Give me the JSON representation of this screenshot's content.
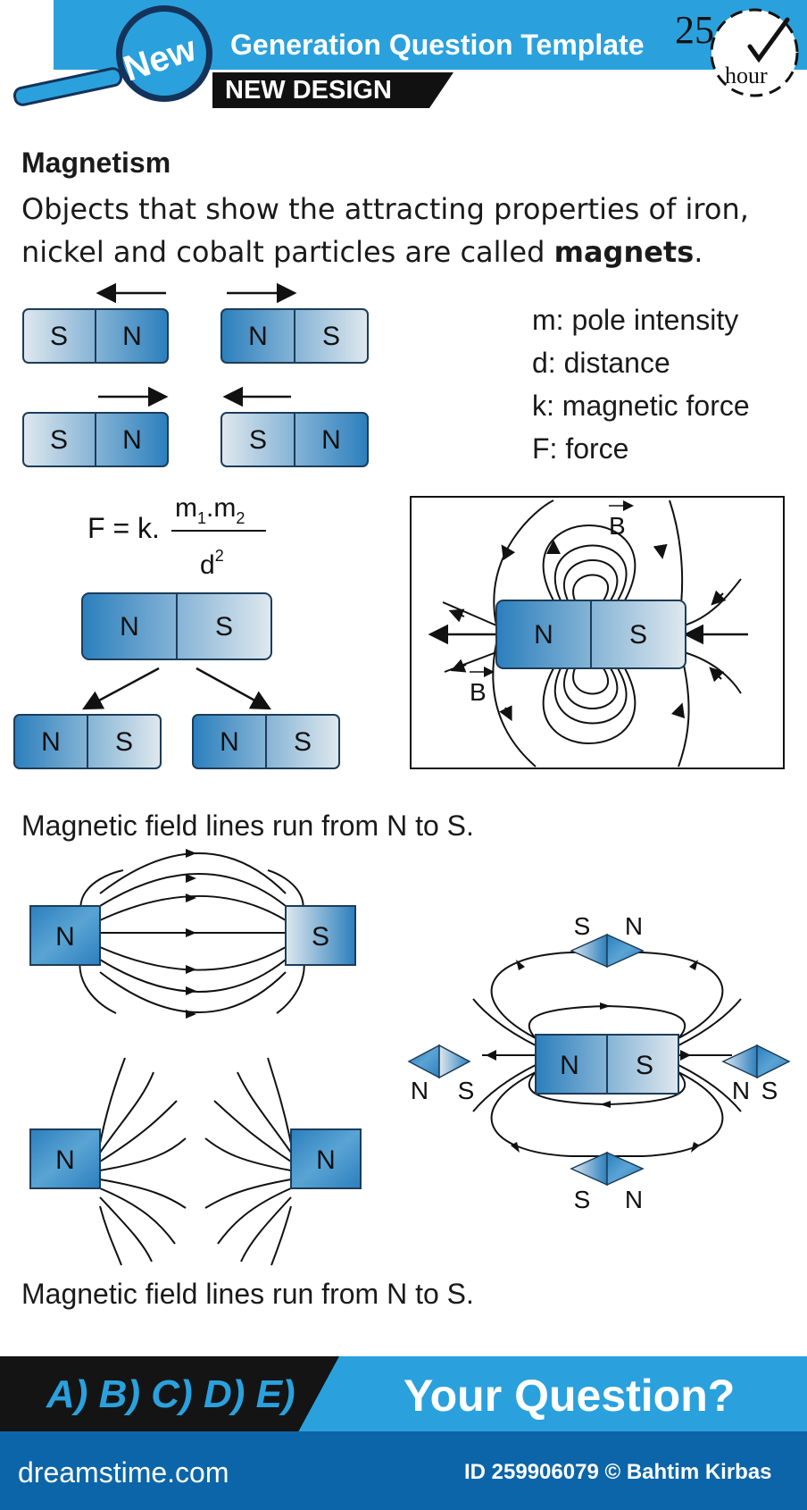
{
  "header": {
    "badge": "New",
    "title": "Generation Question Template",
    "design_tag": "NEW DESIGN",
    "timer_number": "25",
    "timer_unit": "hour"
  },
  "content": {
    "heading": "Magnetism",
    "intro_prefix": "Objects that show the attracting properties of iron, nickel and cobalt particles are called ",
    "intro_bold": "magnets",
    "intro_suffix": ".",
    "legend": [
      "m: pole intensity",
      "d: distance",
      "k: magnetic force",
      "F: force"
    ],
    "formula": {
      "lhs": "F = k.",
      "numerator": "m",
      "sub1": "1",
      "dot": ".m",
      "sub2": "2",
      "denominator": "d",
      "exponent": "2"
    },
    "pole_n": "N",
    "pole_s": "S",
    "field_label": "B",
    "caption_1": "Magnetic field lines run from N to S.",
    "caption_2": "Magnetic field lines run from N to S."
  },
  "footer": {
    "options": "A) B) C) D) E)",
    "your_question": "Your Question?",
    "credit_site": "dreamstime.com",
    "credit_id": "ID 259906079 © Bahtim Kirbas"
  },
  "colors": {
    "accent": "#2aa1dd",
    "dark_blue": "#0c65a8",
    "magnet_dark": "#2b7fbd",
    "magnet_light": "#dfe8ee"
  }
}
